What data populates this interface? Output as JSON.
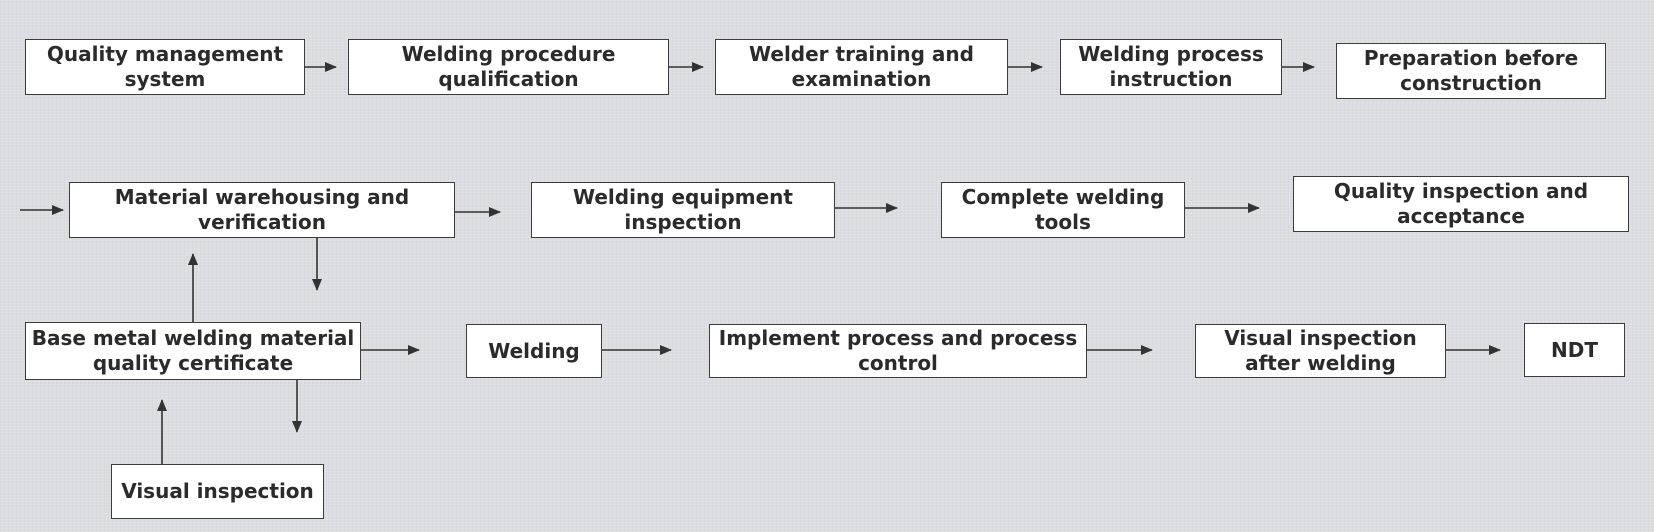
{
  "colors": {
    "background": "#dcdde2",
    "box_fill": "#ffffff",
    "box_border": "#3c3c3c",
    "text": "#2b2b2b",
    "arrow": "#333333"
  },
  "nodes": {
    "quality_management_system": "Quality management\nsystem",
    "welding_procedure_qualification": "Welding procedure\nqualification",
    "welder_training_and_examination": "Welder training and\nexamination",
    "welding_process_instruction": "Welding process\ninstruction",
    "preparation_before_construction": "Preparation before\nconstruction",
    "material_warehousing_and_verification": "Material warehousing and\nverification",
    "welding_equipment_inspection": "Welding equipment\ninspection",
    "complete_welding_tools": "Complete welding\ntools",
    "quality_inspection_and_acceptance": "Quality inspection and\nacceptance",
    "base_metal_welding_material_quality_certificate": "Base metal welding material\nquality certificate",
    "welding": "Welding",
    "implement_process_and_process_control": "Implement process and process\ncontrol",
    "visual_inspection_after_welding": "Visual inspection\nafter welding",
    "ndt": "NDT",
    "visual_inspection": "Visual inspection"
  }
}
